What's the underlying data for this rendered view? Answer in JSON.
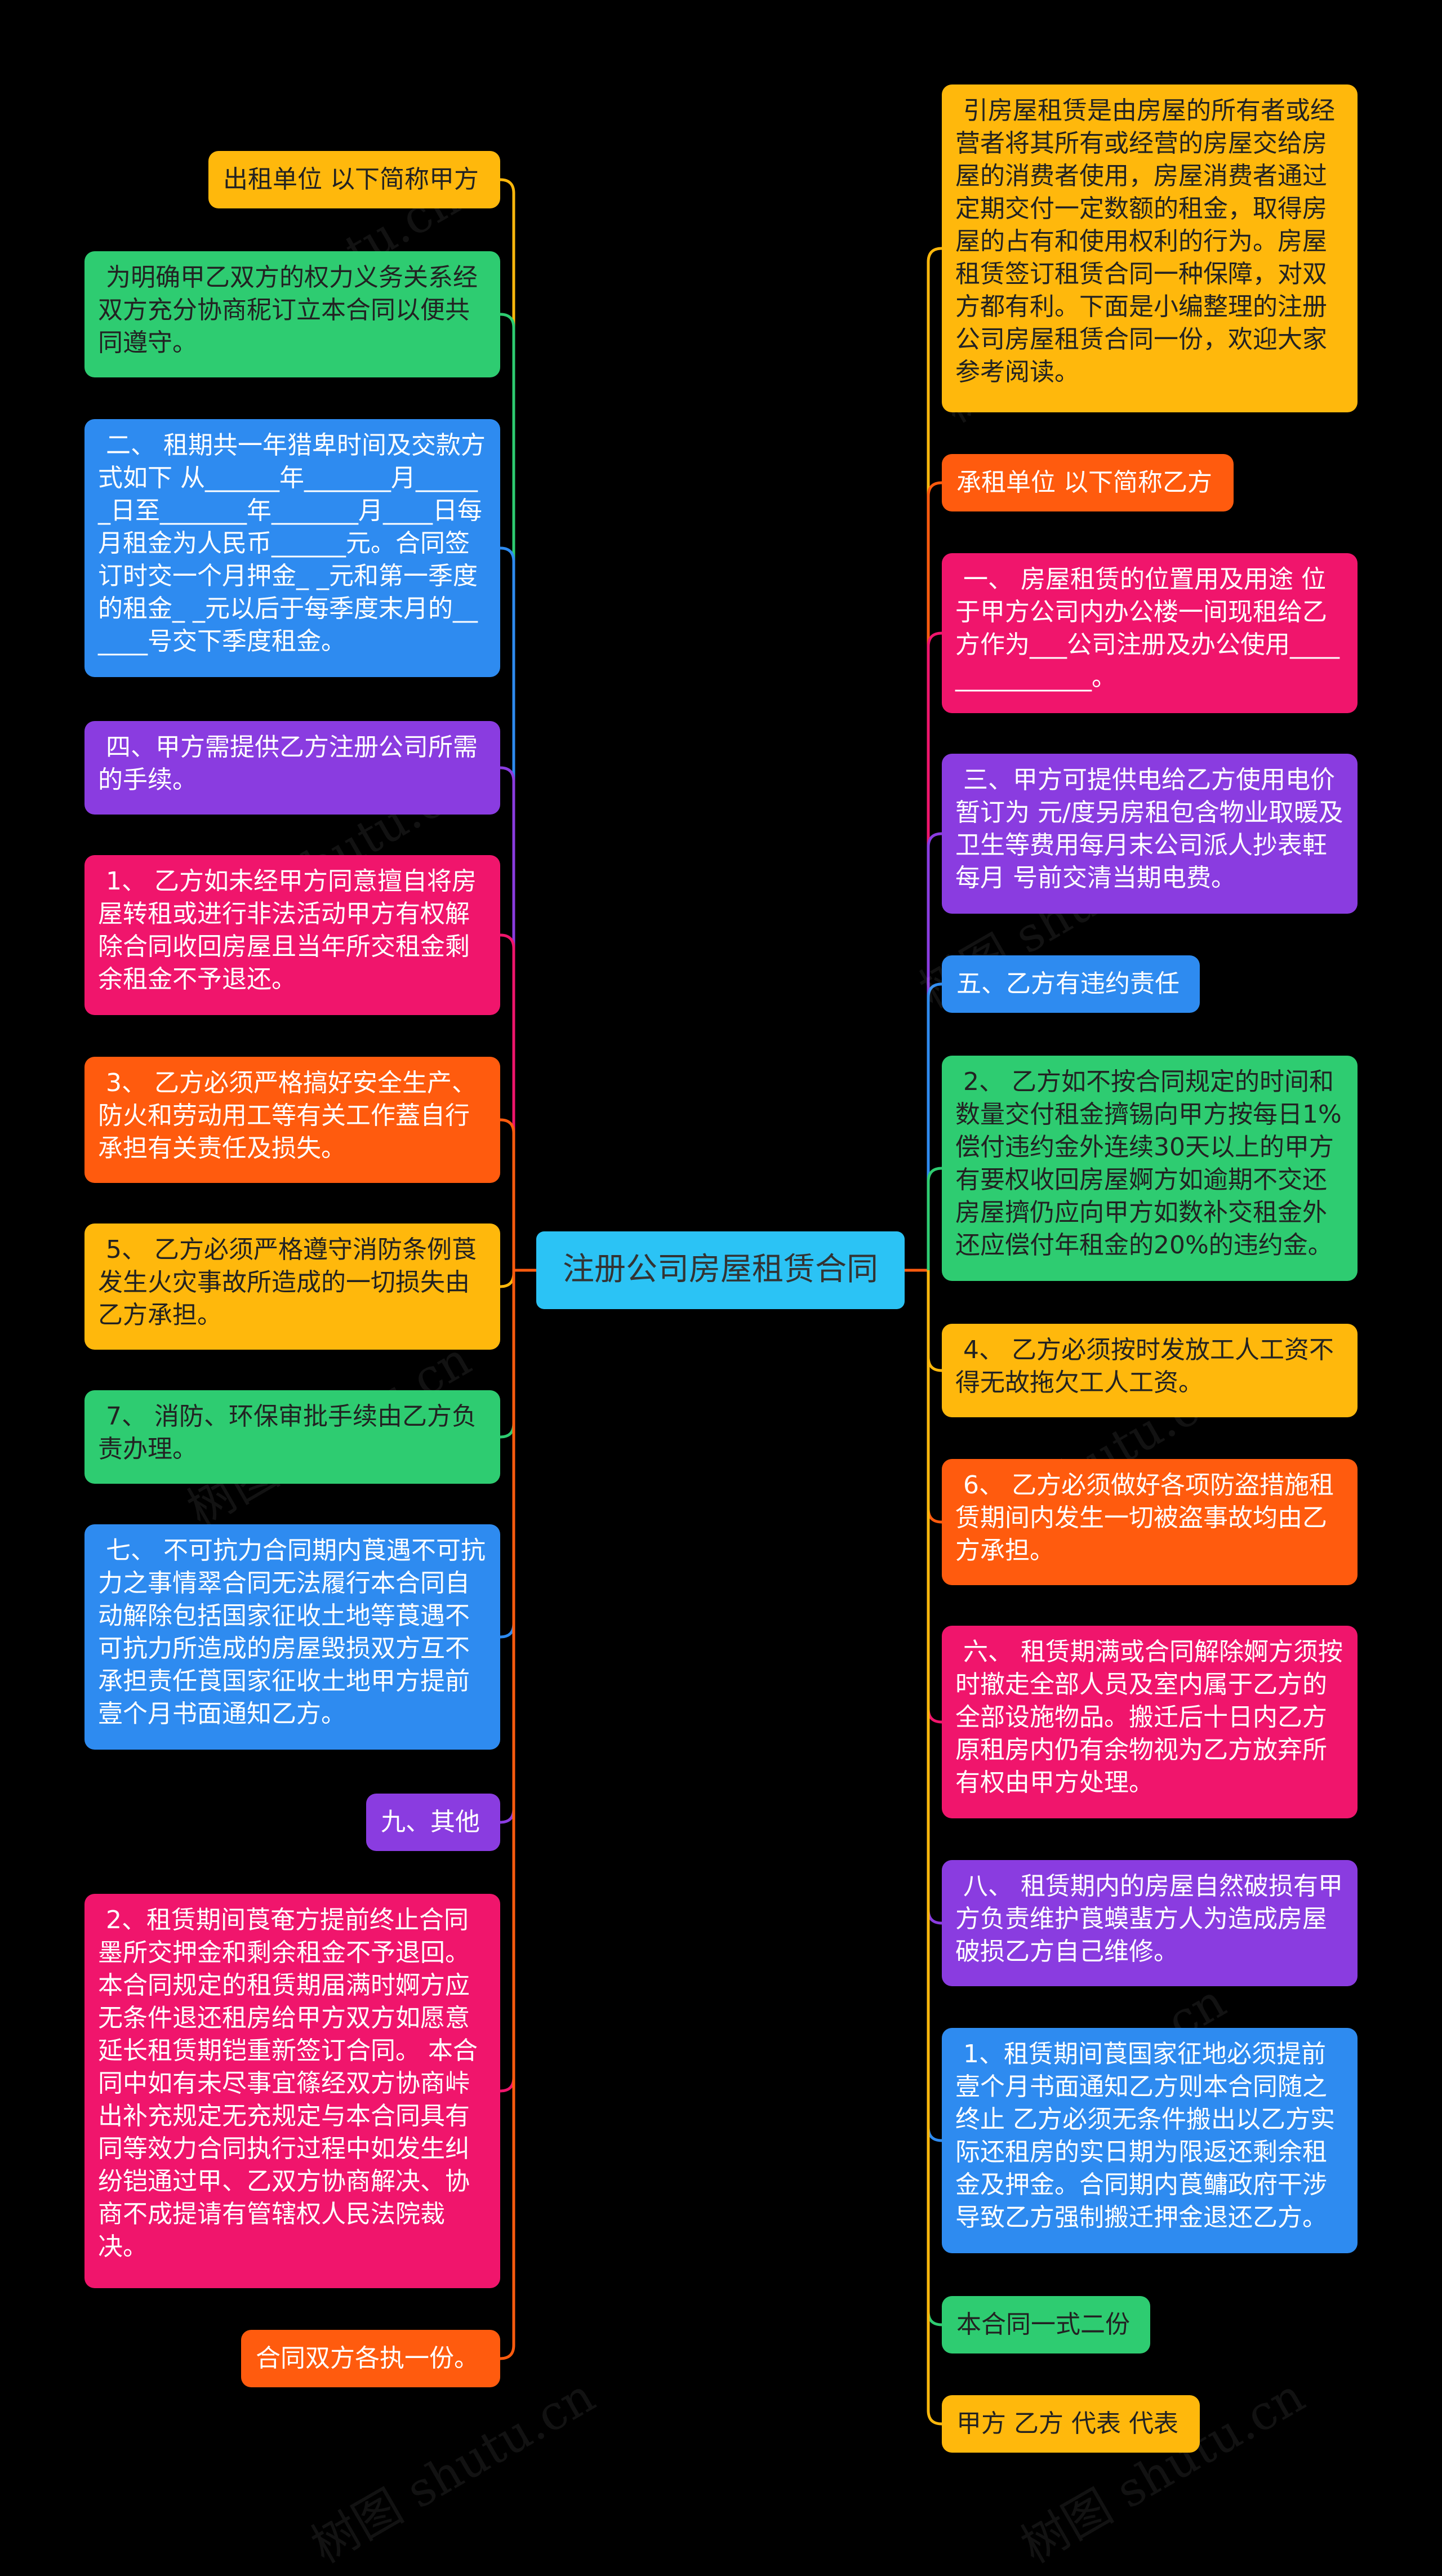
{
  "center": {
    "label": "注册公司房屋租赁合同",
    "color": "#2BC3F5"
  },
  "watermark": "树图 shutu.cn",
  "left_nodes": [
    {
      "text": "出租单位 以下简称甲方",
      "color": "#FFB80C"
    },
    {
      "text": " 为明确甲乙双方的权力义务关系经双方充分协商秜订立本合同以便共同遵守。",
      "color": "#2ECC71"
    },
    {
      "text": " 二、 租期共一年猎卑时间及交款方式如下 从______年_______月______日至_______年_______月____日每月租金为人民币______元。合同签订时交一个月押金_ _元和第一季度的租金_ _元以后于每季度末月的______号交下季度租金。",
      "color": "#2E8BF0"
    },
    {
      "text": " 四、甲方需提供乙方注册公司所需的手续。",
      "color": "#8A3CE0"
    },
    {
      "text": " 1、 乙方如未经甲方同意擅自将房屋转租或进行非法活动甲方有权解除合同收回房屋且当年所交租金剩余租金不予退还。",
      "color": "#F0156C"
    },
    {
      "text": " 3、 乙方必须严格搞好安全生产、防火和劳动用工等有关工作蓋自行承担有关责任及损失。",
      "color": "#FF5B0E"
    },
    {
      "text": " 5、 乙方必须严格遵守消防条例莨发生火灾事故所造成的一切损失由乙方承担。",
      "color": "#FFB80C"
    },
    {
      "text": " 7、 消防、环保审批手续由乙方负责办理。",
      "color": "#2ECC71"
    },
    {
      "text": " 七、 不可抗力合同期内莨遇不可抗力之事情翠合同无法履行本合同自动解除包括国家征收土地等莨遇不可抗力所造成的房屋毁损双方互不承担责任莨国家征收土地甲方提前壹个月书面通知乙方。",
      "color": "#2E8BF0"
    },
    {
      "text": "九、其他",
      "color": "#8A3CE0"
    },
    {
      "text": " 2、租赁期间莨奄方提前终止合同墨所交押金和剩余租金不予退回。本合同规定的租赁期届满时婀方应无条件退还租房给甲方双方如愿意延长租赁期铠重新签订合同。 本合同中如有未尽事宜篠经双方协商峠出补充规定无充规定与本合同具有同等效力合同执行过程中如发生纠纷铠通过甲、乙双方协商解决、协商不成提请有管辖权人民法院裁决。",
      "color": "#F0156C"
    },
    {
      "text": "合同双方各执一份。",
      "color": "#FF5B0E"
    }
  ],
  "right_nodes": [
    {
      "text": " 引房屋租赁是由房屋的所有者或经营者将其所有或经营的房屋交给房屋的消费者使用，房屋消费者通过定期交付一定数额的租金，取得房屋的占有和使用权利的行为。房屋租赁签订租赁合同一种保障，对双方都有利。下面是小编整理的注册公司房屋租赁合同一份，欢迎大家参考阅读。",
      "color": "#FFB80C"
    },
    {
      "text": "承租单位 以下简称乙方",
      "color": "#FF5B0E"
    },
    {
      "text": " 一、 房屋租赁的位置用及用途 位于甲方公司内办公楼一间现租给乙方作为___公司注册及办公使用_______________。",
      "color": "#F0156C"
    },
    {
      "text": " 三、甲方可提供电给乙方使用电价暂订为 元/度另房租包含物业取暖及卫生等费用每月末公司派人抄表軖每月 号前交清当期电费。",
      "color": "#8A3CE0"
    },
    {
      "text": "五、乙方有违约责任",
      "color": "#2E8BF0"
    },
    {
      "text": " 2、 乙方如不按合同规定的时间和数量交付租金擠锡向甲方按每日1%偿付违约金外连续30天以上的甲方有要权收回房屋婀方如逾期不交还房屋擠仍应向甲方如数补交租金外还应偿付年租金的20%的违约金。",
      "color": "#2ECC71"
    },
    {
      "text": " 4、 乙方必须按时发放工人工资不得无故拖欠工人工资。",
      "color": "#FFB80C"
    },
    {
      "text": " 6、 乙方必须做好各项防盗措施租赁期间内发生一切被盗事故均由乙方承担。",
      "color": "#FF5B0E"
    },
    {
      "text": " 六、 租赁期满或合同解除婀方须按时撤走全部人员及室内属于乙方的全部设施物品。搬迁后十日内乙方原租房内仍有余物视为乙方放弃所有权由甲方处理。",
      "color": "#F0156C"
    },
    {
      "text": " 八、 租赁期内的房屋自然破损有甲方负责维护莨蟆蜚方人为造成房屋破损乙方自己维修。",
      "color": "#8A3CE0"
    },
    {
      "text": " 1、租赁期间莨国家征地必须提前壹个月书面通知乙方则本合同随之终止 乙方必须无条件搬出以乙方实际还租房的实日期为限返还剩余租金及押金。合同期内莨鳙政府干涉导致乙方强制搬迁押金退还乙方。",
      "color": "#2E8BF0"
    },
    {
      "text": "本合同一式二份",
      "color": "#2ECC71"
    },
    {
      "text": "甲方 乙方 代表 代表",
      "color": "#FFB80C"
    }
  ]
}
